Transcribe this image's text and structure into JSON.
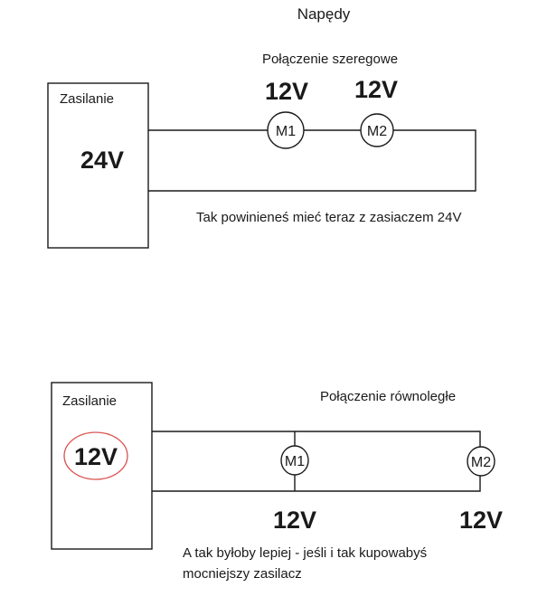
{
  "title": "Napędy",
  "series_section": {
    "heading": "Połączenie szeregowe",
    "supply_label": "Zasilanie",
    "supply_voltage": "24V",
    "motor1_label": "M1",
    "motor2_label": "M2",
    "motor1_voltage": "12V",
    "motor2_voltage": "12V",
    "note": "Tak powinieneś mieć teraz z zasiaczem 24V"
  },
  "parallel_section": {
    "heading": "Połączenie równoległe",
    "supply_label": "Zasilanie",
    "supply_voltage": "12V",
    "motor1_label": "M1",
    "motor2_label": "M2",
    "motor1_voltage": "12V",
    "motor2_voltage": "12V",
    "note_line1": "A tak byłoby lepiej - jeśli i tak kupowabyś",
    "note_line2": "mocniejszy zasilacz"
  },
  "colors": {
    "line": "#1a1a1a",
    "highlight": "#d9534f"
  }
}
